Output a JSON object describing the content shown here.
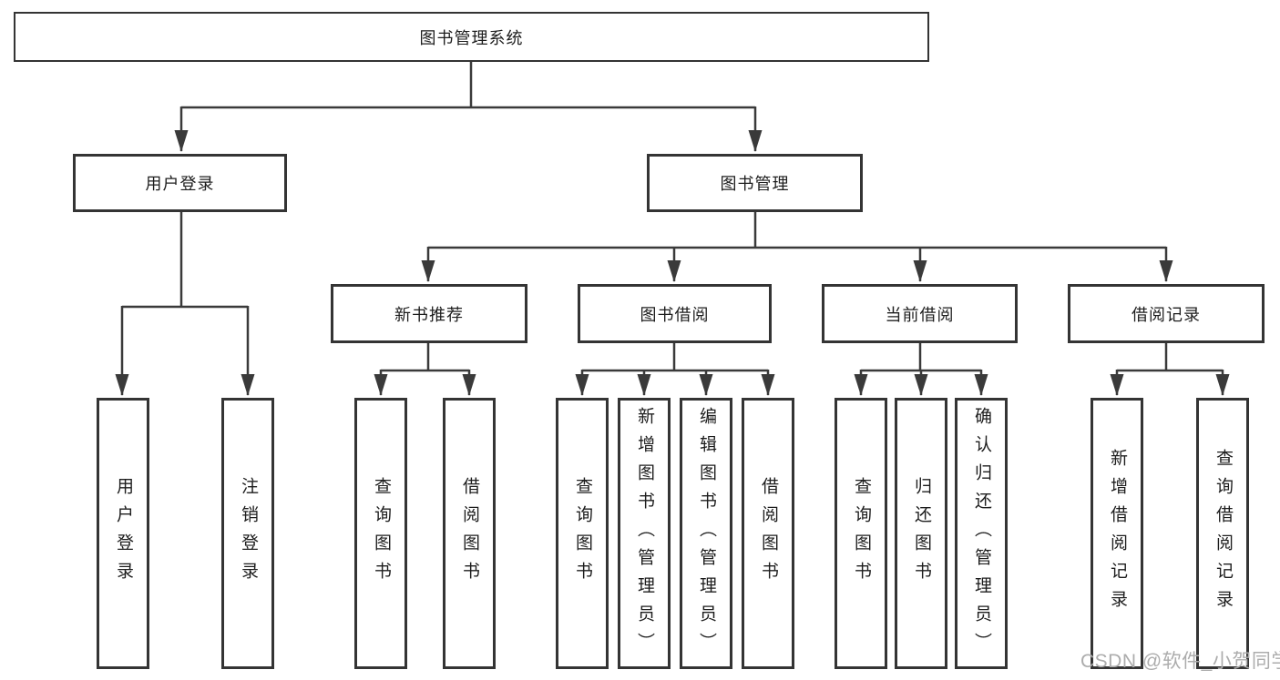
{
  "diagram": {
    "root": "图书管理系统",
    "branches": {
      "user_login": "用户登录",
      "book_mgmt": "图书管理"
    },
    "modules": {
      "new_book": "新书推荐",
      "borrow": "图书借阅",
      "current": "当前借阅",
      "records": "借阅记录"
    },
    "leaves": {
      "login_1": "用户登录",
      "login_2": "注销登录",
      "newbook_1": "查询图书",
      "newbook_2": "借阅图书",
      "borrow_1": "查询图书",
      "borrow_2": "新增图书（管理员）",
      "borrow_3": "编辑图书（管理员）",
      "borrow_4": "借阅图书",
      "current_1": "查询图书",
      "current_2": "归还图书",
      "current_3": "确认归还（管理员）",
      "records_1": "新增借阅记录",
      "records_2": "查询借阅记录"
    }
  },
  "watermark": "CSDN @软件_小贺同学",
  "colors": {
    "line": "#3a3a3a",
    "border": "#343434",
    "text": "#1d1d1d",
    "watermark": "#acacac"
  }
}
